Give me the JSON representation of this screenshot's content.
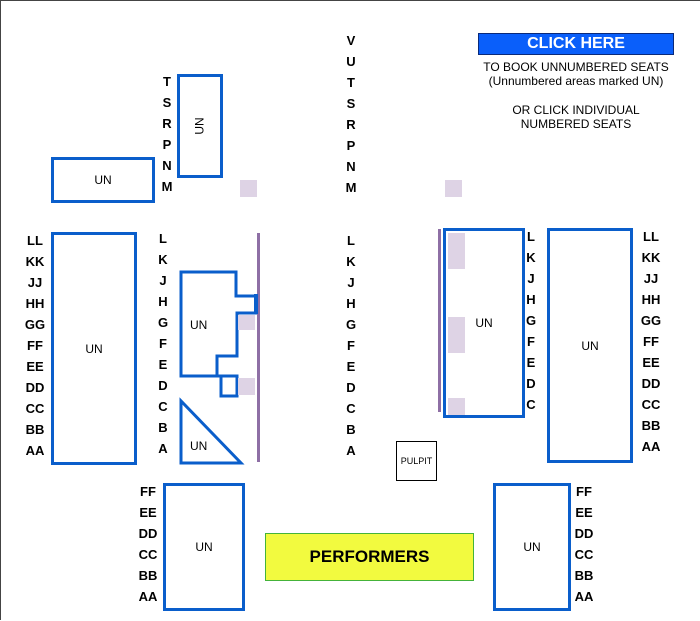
{
  "booking": {
    "button_label": "CLICK HERE",
    "line1": "TO BOOK UNNUMBERED SEATS",
    "line2": "(Unnumbered areas marked UN)",
    "line3": "OR CLICK INDIVIDUAL",
    "line4": "NUMBERED SEATS"
  },
  "un": "UN",
  "pulpit": "PULPIT",
  "performers": "PERFORMERS",
  "colors": {
    "outline": "#0a5ecb",
    "seat": "#ded3e5",
    "divider": "#8e6fa5",
    "button": "#0a5ffa",
    "stage": "#f2fa3f"
  },
  "rows": {
    "upper_left": [
      "T",
      "S",
      "R",
      "P",
      "N",
      "M"
    ],
    "upper_center": [
      "V",
      "U",
      "T",
      "S",
      "R",
      "P",
      "N",
      "M"
    ],
    "main": [
      "L",
      "K",
      "J",
      "H",
      "G",
      "F",
      "E",
      "D",
      "C",
      "B",
      "A"
    ],
    "right_main": [
      "L",
      "K",
      "J",
      "H",
      "G",
      "F",
      "E",
      "D",
      "C"
    ],
    "double": [
      "LL",
      "KK",
      "JJ",
      "HH",
      "GG",
      "FF",
      "EE",
      "DD",
      "CC",
      "BB",
      "AA"
    ],
    "front": [
      "FF",
      "EE",
      "DD",
      "CC",
      "BB",
      "AA"
    ]
  }
}
